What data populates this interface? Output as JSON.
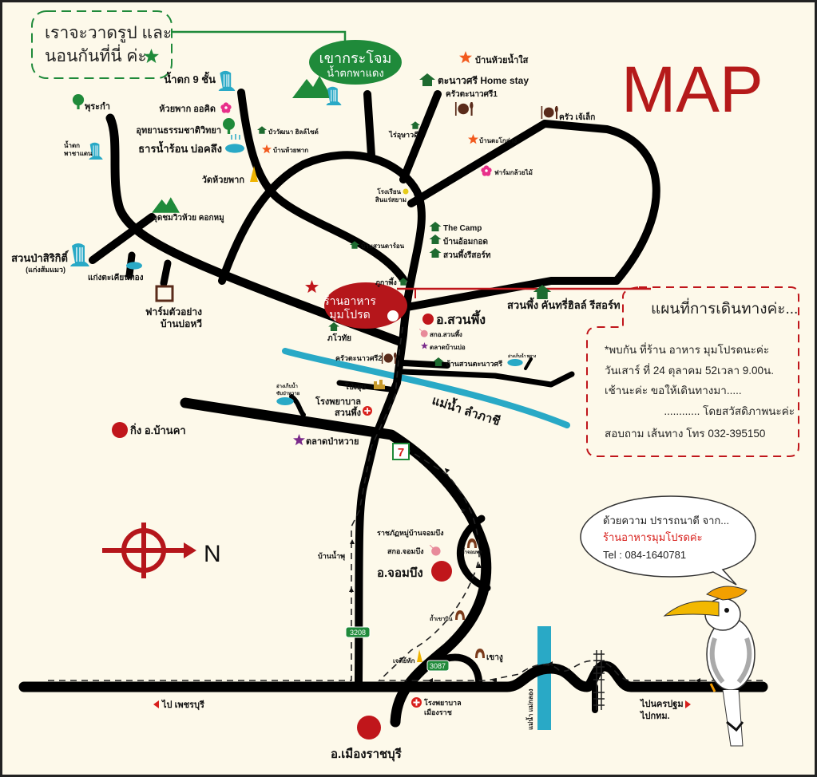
{
  "title": "MAP",
  "colors": {
    "background": "#fdf9ea",
    "title_red": "#b51a1a",
    "green": "#1f8a3a",
    "house_green": "#1e6b30",
    "river": "#29a9c6",
    "restaurant_brown": "#5a2b1a",
    "star_orange": "#f25a1e",
    "flower_pink": "#e8308a"
  },
  "note_box": {
    "line1": "เราจะวาดรูป และ",
    "line2": "นอนกันที่นี่ ค่ะ"
  },
  "highlight": {
    "khao_krachom": "เขากระโจม",
    "pha_daeng": "น้ำตกพาแดง",
    "restaurant_line1": "ร้านอาหาร",
    "restaurant_line2": "มุมโปรด"
  },
  "labels": {
    "nam_tok_9": "น้ำตก 9 ชั้น",
    "huai_phak_orchid": "ห้วยพาก ออคิด",
    "utthayan": "อุทยานธรรมชาติวิทยา",
    "than_nam_ron": "ธารน้ำร้อน บ่อคลึง",
    "wat_huai_phak": "วัดห้วยพาก",
    "phu_rakam": "พุระกำ",
    "nam_tok_1": "น้ำตก",
    "nam_tok_2": "พาชาแดน",
    "jud_chom": "จุดชมวิวห้วย คอกหมู",
    "suan_pa": "สวนป่าสิริกิติ์",
    "suan_pa_sub": "(แก่งส้มแมว)",
    "kaeng": "แก่งตะเคียนทอง",
    "farm_1": "ฟาร์มตัวอย่าง",
    "farm_2": "บ้านบ่อหวี",
    "king_ban_kha": "กิ่ง อ.บ้านคา",
    "bua_watthana": "บัววัฒนา ฮิลล์ไซด์",
    "ban_huai_phak": "บ้านห้วยพาก",
    "ban_suan_dara": "บ้านสวนดาร์อน",
    "school_1": "โรงเรียน",
    "school_2": "สินแร่สยาม",
    "rai_usa": "ไร่อุษาวดี",
    "ban_huai_nam_sai": "บ้านห้วยน้ำใส",
    "tanao_homestay": "ตะนาวศรี Home stay",
    "krua_tanao_1": "ครัวตะนาวศรี1",
    "krua_jek": "ครัว เจ้เล็ก",
    "ban_tako": "บ้านตะโกล่าง",
    "farm_kluai": "ฟาร์มกล้วยไม้",
    "the_camp": "The Camp",
    "ban_om": "บ้านอ้อมกอด",
    "suan_phueng_resort": "สวนพึ้งรีสอร์ท",
    "phu_pha": "ภูกาพึ้ง",
    "country_hill": "สวนพึ้ง คันทรี่ฮิลล์ รีสอร์ท",
    "a_suan_phueng": "อ.สวนพึ้ง",
    "sko_suan": "สกอ.สวนพึ้ง",
    "talad_ban_bo": "ตลาดบ้านบ่อ",
    "pawothai": "ภโวทัย",
    "krua_tanao_2": "ครัวตะนาวศรี2",
    "ban_suan_tanao": "บ้านสวนตะนาวศรี",
    "ang_phu": "อ่างเก็บน้ำ พุยาง",
    "pong_yub": "โป่งยุบ",
    "ang_chup_1": "อ่างเก็บน้ำ",
    "ang_chup_2": "ซับป่าหวาย",
    "hosp_sp_1": "โรงพยาบาล",
    "hosp_sp_2": "สวนพึ้ง",
    "river": "แม่น้ำ ลำภาชี",
    "talad_pa_wai": "ตลาดป่าหวาย",
    "ratchaphat": "ราชภัฏหมู่บ้านจอมบึง",
    "sko_jom": "สกอ.จอมบึง",
    "a_jom_bueng": "อ.จอมบึง",
    "ban_nam_phu": "บ้านน้ำพุ",
    "tham_jompon": "ถ้ำจอมพล",
    "tham_khao_bin": "ถ้ำเขาบิน",
    "jedi": "เจดีย์หัก",
    "khao_ngu": "เขางู",
    "route_3208": "3208",
    "route_3087": "3087",
    "hosp_mr_1": "โรงพยาบาล",
    "hosp_mr_2": "เมืองราช",
    "to_phetchaburi": "ไป เพชรบุรี",
    "to_nakhon_1": "ไปนครปฐม",
    "to_nakhon_2": "ไปกทม.",
    "mae_klong": "แม่น้ำ แม่กลอง",
    "a_mueang": "อ.เมืองราชบุรี",
    "north": "N"
  },
  "info_box": {
    "heading": "แผนที่การเดินทางค่ะ...",
    "line1": "*พบกัน ที่ร้าน อาหาร มุมโปรดนะค่ะ",
    "line2": "วันเสาร์ ที่ 24 ตุลาคม 52เวลา 9.00น.",
    "line3": "เช้านะค่ะ ขอให้เดินทางมา.....",
    "line4": "............ โดยสวัสดิภาพนะค่ะ",
    "line5": "สอบถาม เส้นทาง โทร 032-395150"
  },
  "bubble": {
    "line1": "ด้วยความ ปรารถนาดี จาก...",
    "line2": "ร้านอาหารมุมโปรดค่ะ",
    "line3": "Tel : 084-1640781"
  }
}
